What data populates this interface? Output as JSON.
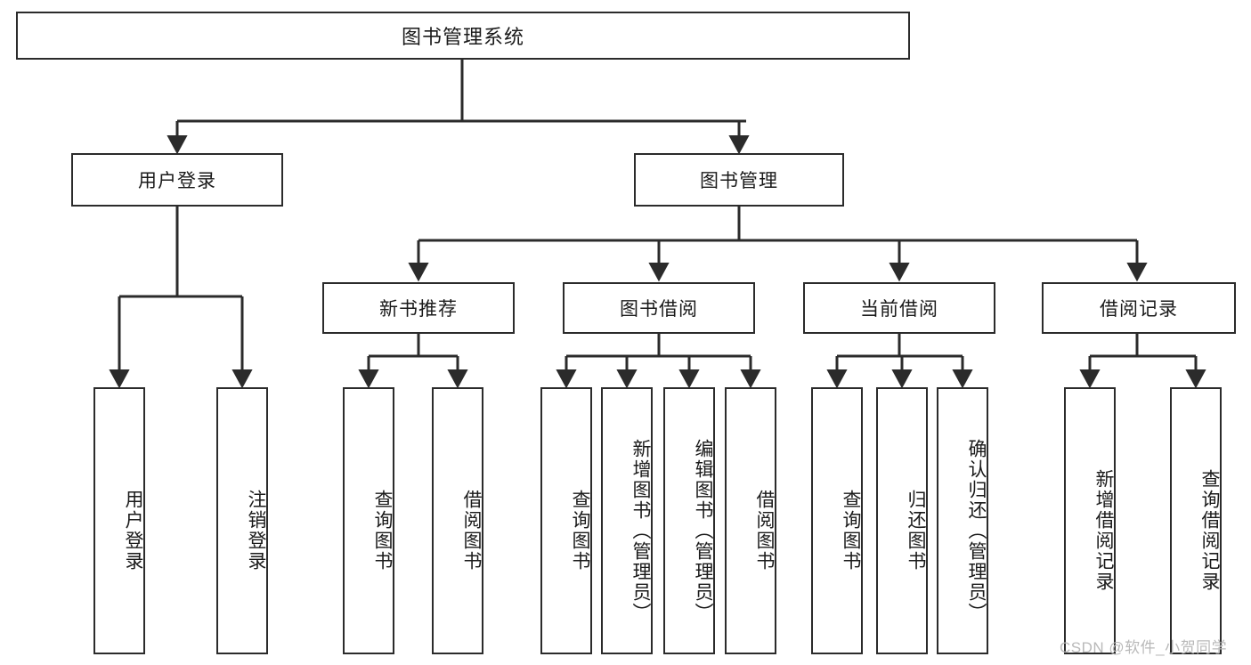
{
  "diagram": {
    "title": "图书管理系统",
    "type": "tree-hierarchy-diagram",
    "root": {
      "id": "root",
      "label": "图书管理系统"
    },
    "level2": [
      {
        "id": "user-login",
        "label": "用户登录"
      },
      {
        "id": "book-management",
        "label": "图书管理"
      }
    ],
    "level3": [
      {
        "id": "new-book-recommend",
        "label": "新书推荐",
        "parent": "book-management"
      },
      {
        "id": "book-borrow",
        "label": "图书借阅",
        "parent": "book-management"
      },
      {
        "id": "current-borrow",
        "label": "当前借阅",
        "parent": "book-management"
      },
      {
        "id": "borrow-record",
        "label": "借阅记录",
        "parent": "book-management"
      }
    ],
    "leaves": [
      {
        "id": "leaf-user-login",
        "label": "用户登录",
        "parent": "user-login"
      },
      {
        "id": "leaf-logout-login",
        "label": "注销登录",
        "parent": "user-login"
      },
      {
        "id": "leaf-query-book-1",
        "label": "查询图书",
        "parent": "new-book-recommend"
      },
      {
        "id": "leaf-borrow-book-1",
        "label": "借阅图书",
        "parent": "new-book-recommend"
      },
      {
        "id": "leaf-query-book-2",
        "label": "查询图书",
        "parent": "book-borrow"
      },
      {
        "id": "leaf-add-book",
        "label": "新增图书（管理员）",
        "parent": "book-borrow"
      },
      {
        "id": "leaf-edit-book",
        "label": "编辑图书（管理员）",
        "parent": "book-borrow"
      },
      {
        "id": "leaf-borrow-book-2",
        "label": "借阅图书",
        "parent": "book-borrow"
      },
      {
        "id": "leaf-query-book-3",
        "label": "查询图书",
        "parent": "current-borrow"
      },
      {
        "id": "leaf-return-book",
        "label": "归还图书",
        "parent": "current-borrow"
      },
      {
        "id": "leaf-confirm-return",
        "label": "确认归还（管理员）",
        "parent": "current-borrow"
      },
      {
        "id": "leaf-add-record",
        "label": "新增借阅记录",
        "parent": "borrow-record"
      },
      {
        "id": "leaf-query-record",
        "label": "查询借阅记录",
        "parent": "borrow-record"
      }
    ]
  },
  "watermark": {
    "text": "CSDN @软件_小贺同学"
  },
  "colors": {
    "stroke": "#2b2b2b",
    "background": "#ffffff",
    "text": "#1a1a1a",
    "watermark": "#b9b9b9"
  }
}
